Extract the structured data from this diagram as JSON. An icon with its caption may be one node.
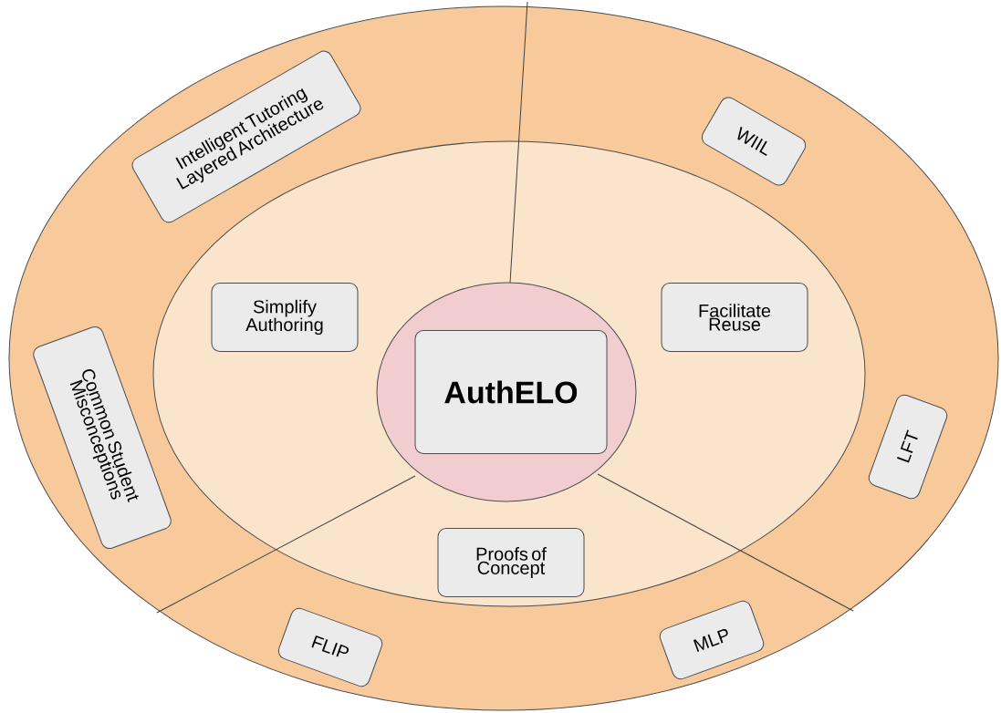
{
  "diagram": {
    "nodes": [
      {
        "text": [],
        "shape": "ellipse"
      },
      {
        "text": [],
        "shape": "ellipse",
        "in": 0
      },
      {
        "text": [],
        "shape": "ellipse",
        "in": 1
      },
      {
        "text": [
          "AuthELO"
        ],
        "in": 2
      },
      {
        "text": [
          "Intelligent Tutoring Layered Architecture"
        ],
        "in": 0
      },
      {
        "text": [
          "WIIL"
        ],
        "in": 0
      },
      {
        "text": [
          "Simplify Authoring"
        ],
        "in": 1
      },
      {
        "text": [
          "Facilitate Reuse"
        ],
        "in": 1
      },
      {
        "text": [
          "Common Student Misconceptions"
        ],
        "in": 0
      },
      {
        "text": [
          "LFT"
        ],
        "in": 0
      },
      {
        "text": [
          "Proofs of Concept"
        ],
        "in": 1
      },
      {
        "text": [
          "FLIP"
        ],
        "in": 0
      },
      {
        "text": [
          "MLP"
        ],
        "in": 0
      }
    ],
    "edges": []
  }
}
